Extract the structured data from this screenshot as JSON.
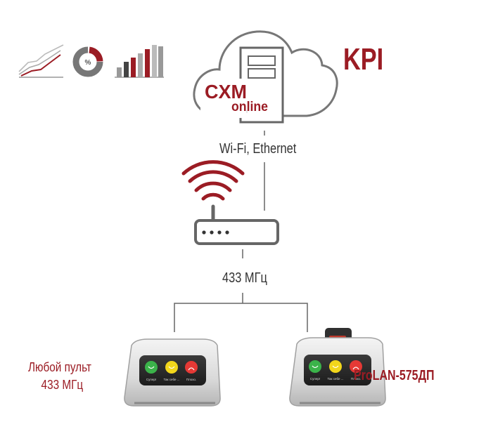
{
  "kpi_label": "KPI",
  "cloud": {
    "brand_main": "CXM",
    "brand_sub": "online"
  },
  "link_top_label": "Wi-Fi, Ethernet",
  "link_bottom_label": "433 МГц",
  "left_device": {
    "caption_line1": "Любой пульт",
    "caption_line2": "433 МГц",
    "buttons": [
      "Супер!",
      "Так себе ...",
      "Плохо."
    ]
  },
  "right_device": {
    "caption": "ProLAN-575ДП",
    "buttons": [
      "Супер!",
      "Так себе ...",
      "Плохо."
    ]
  },
  "colors": {
    "accent": "#9b1c24",
    "gray": "#999999",
    "dark": "#333333",
    "green": "#3bb34a",
    "yellow": "#f2d61b",
    "red": "#e53935"
  },
  "icons": [
    "line-chart-icon",
    "donut-percent-icon",
    "bar-chart-icon",
    "cloud-server-icon",
    "wifi-router-icon"
  ]
}
